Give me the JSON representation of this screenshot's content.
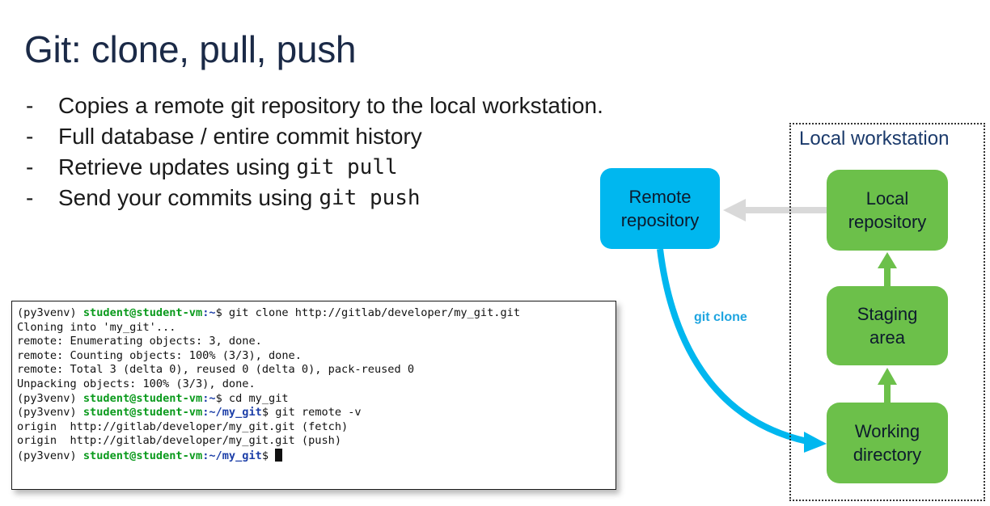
{
  "title": "Git: clone, pull, push",
  "bullets": [
    {
      "dash": "-",
      "text": "Copies a remote git repository to the local workstation.",
      "code": ""
    },
    {
      "dash": "-",
      "text": "Full database / entire commit history",
      "code": ""
    },
    {
      "dash": "-",
      "text": "Retrieve updates using",
      "code": "git pull"
    },
    {
      "dash": "-",
      "text": "Send your commits using",
      "code": "git push"
    }
  ],
  "terminal": {
    "prompt_env": "(py3venv)",
    "user_host": "student@student-vm",
    "home_path": ":~",
    "repo_path": ":~/my_git",
    "cmd_clone": "$ git clone http://gitlab/developer/my_git.git",
    "cmd_cd": "$ cd my_git",
    "cmd_remote": "$ git remote -v",
    "cmd_end": "$ ",
    "output": [
      "Cloning into 'my_git'...",
      "remote: Enumerating objects: 3, done.",
      "remote: Counting objects: 100% (3/3), done.",
      "remote: Total 3 (delta 0), reused 0 (delta 0), pack-reused 0",
      "Unpacking objects: 100% (3/3), done."
    ],
    "remote_output": [
      "origin  http://gitlab/developer/my_git.git (fetch)",
      "origin  http://gitlab/developer/my_git.git (push)"
    ]
  },
  "diagram": {
    "remote_repo": "Remote\nrepository",
    "local_workstation": "Local workstation",
    "local_repo": "Local\nrepository",
    "staging_area": "Staging\narea",
    "working_dir": "Working\ndirectory",
    "clone_label": "git clone"
  },
  "colors": {
    "remote_box": "#00b7ef",
    "green_box": "#6cc04a",
    "clone_arrow": "#00b7ef",
    "gray_arrow": "#d9d9d9",
    "prompt_user": "#0a9a1c",
    "prompt_path": "#1d3fa8"
  }
}
